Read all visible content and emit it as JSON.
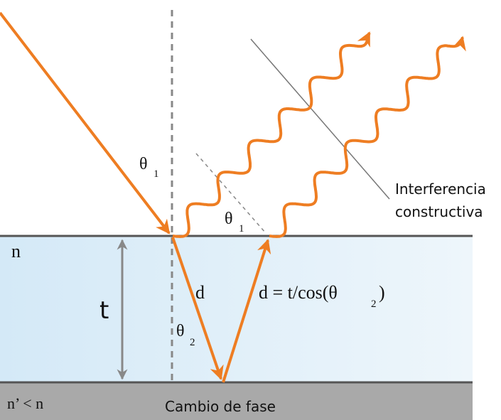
{
  "labels": {
    "theta": "θ",
    "sub1": "1",
    "sub2": "2",
    "n_top": "n",
    "n_bottom": "n’ < n",
    "thickness": "t",
    "d": "d",
    "d_formula_main": "d = t/cos(θ",
    "d_formula_sub": "2",
    "d_formula_close": ")",
    "phase_change": "Cambio de fase",
    "interference_line1": "Interferencia",
    "interference_line2": "constructiva"
  },
  "colors": {
    "ray": "#ee7d22",
    "film_top": "#d4e9f7",
    "film_bottom": "#eef6fb",
    "substrate": "#a9a9a9",
    "surface": "#555555",
    "guide": "#888888"
  }
}
